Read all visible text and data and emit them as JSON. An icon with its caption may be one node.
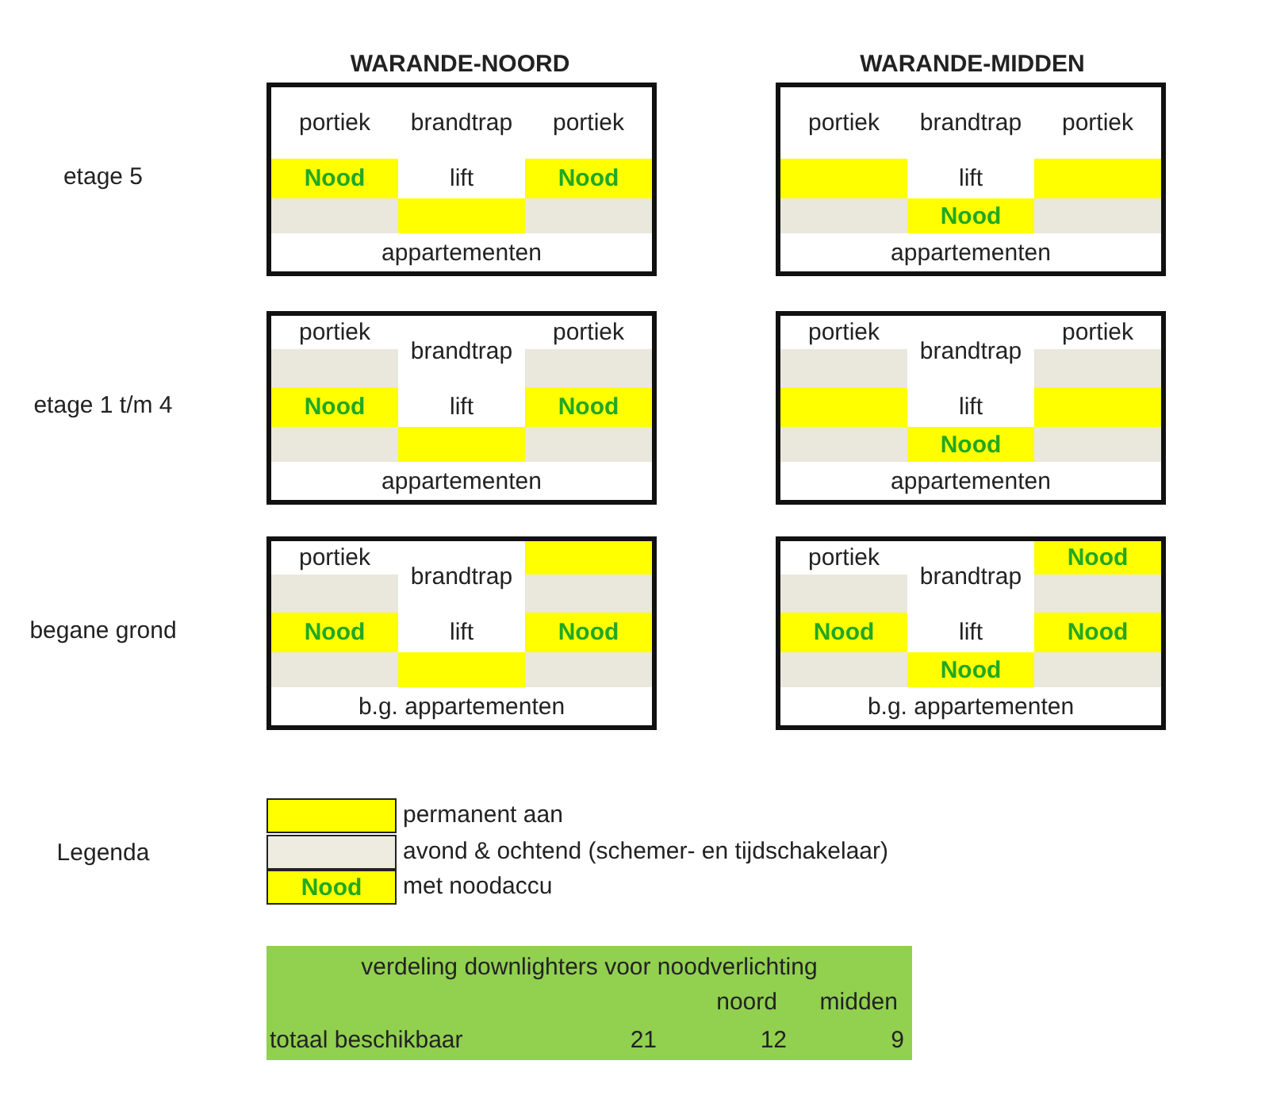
{
  "diagram": {
    "nodes": [
      {
        "text": [],
        "shape": "box"
      },
      {
        "text": [
          "portiek"
        ],
        "in": 0
      },
      {
        "text": [
          "brandtrap"
        ],
        "in": 0
      },
      {
        "text": [
          "portiek"
        ],
        "in": 0
      },
      {
        "text": [
          "Nood"
        ],
        "in": 0
      },
      {
        "text": [
          "lift"
        ],
        "in": 0
      },
      {
        "text": [
          "Nood"
        ],
        "in": 0
      },
      {
        "text": [],
        "shape": "box",
        "in": 0
      },
      {
        "text": [],
        "shape": "box",
        "in": 0
      },
      {
        "text": [],
        "shape": "box",
        "in": 0
      },
      {
        "text": [
          "appartementen"
        ],
        "in": 0
      },
      {
        "text": [],
        "shape": "box"
      },
      {
        "text": [
          "portiek"
        ],
        "in": 11
      },
      {
        "text": [
          "brandtrap"
        ],
        "in": 11
      },
      {
        "text": [
          "portiek"
        ],
        "in": 11
      },
      {
        "text": [],
        "shape": "box",
        "in": 11
      },
      {
        "text": [
          "lift"
        ],
        "in": 11
      },
      {
        "text": [],
        "shape": "box",
        "in": 11
      },
      {
        "text": [],
        "shape": "box",
        "in": 11
      },
      {
        "text": [
          "Nood"
        ],
        "in": 11
      },
      {
        "text": [],
        "shape": "box",
        "in": 11
      },
      {
        "text": [
          "appartementen"
        ],
        "in": 11
      },
      {
        "text": [],
        "shape": "box"
      },
      {
        "text": [
          "portiek"
        ],
        "in": 22
      },
      {
        "text": [
          "brandtrap"
        ],
        "in": 22
      },
      {
        "text": [
          "portiek"
        ],
        "in": 22
      },
      {
        "text": [],
        "shape": "box",
        "in": 22
      },
      {
        "text": [],
        "shape": "box",
        "in": 22
      },
      {
        "text": [
          "Nood"
        ],
        "in": 22
      },
      {
        "text": [
          "lift"
        ],
        "in": 22
      },
      {
        "text": [
          "Nood"
        ],
        "in": 22
      },
      {
        "text": [],
        "shape": "box",
        "in": 22
      },
      {
        "text": [],
        "shape": "box",
        "in": 22
      },
      {
        "text": [],
        "shape": "box",
        "in": 22
      },
      {
        "text": [
          "appartementen"
        ],
        "in": 22
      },
      {
        "text": [],
        "shape": "box"
      },
      {
        "text": [
          "portiek"
        ],
        "in": 35
      },
      {
        "text": [
          "brandtrap"
        ],
        "in": 35
      },
      {
        "text": [
          "portiek"
        ],
        "in": 35
      },
      {
        "text": [],
        "shape": "box",
        "in": 35
      },
      {
        "text": [],
        "shape": "box",
        "in": 35
      },
      {
        "text": [],
        "shape": "box",
        "in": 35
      },
      {
        "text": [
          "lift"
        ],
        "in": 35
      },
      {
        "text": [],
        "shape": "box",
        "in": 35
      },
      {
        "text": [],
        "shape": "box",
        "in": 35
      },
      {
        "text": [
          "Nood"
        ],
        "in": 35
      },
      {
        "text": [],
        "shape": "box",
        "in": 35
      },
      {
        "text": [
          "appartementen"
        ],
        "in": 35
      },
      {
        "text": [],
        "shape": "box"
      },
      {
        "text": [
          "portiek"
        ],
        "in": 48
      },
      {
        "text": [
          "brandtrap"
        ],
        "in": 48
      },
      {
        "text": [],
        "shape": "box",
        "in": 48
      },
      {
        "text": [],
        "shape": "box",
        "in": 48
      },
      {
        "text": [],
        "shape": "box",
        "in": 48
      },
      {
        "text": [
          "Nood"
        ],
        "in": 48
      },
      {
        "text": [
          "lift"
        ],
        "in": 48
      },
      {
        "text": [
          "Nood"
        ],
        "in": 48
      },
      {
        "text": [],
        "shape": "box",
        "in": 48
      },
      {
        "text": [],
        "shape": "box",
        "in": 48
      },
      {
        "text": [],
        "shape": "box",
        "in": 48
      },
      {
        "text": [
          "b.g. appartementen"
        ],
        "in": 48
      },
      {
        "text": [],
        "shape": "box"
      },
      {
        "text": [
          "portiek"
        ],
        "in": 61
      },
      {
        "text": [
          "brandtrap"
        ],
        "in": 61
      },
      {
        "text": [
          "Nood"
        ],
        "in": 61
      },
      {
        "text": [],
        "shape": "box",
        "in": 61
      },
      {
        "text": [],
        "shape": "box",
        "in": 61
      },
      {
        "text": [
          "Nood"
        ],
        "in": 61
      },
      {
        "text": [
          "lift"
        ],
        "in": 61
      },
      {
        "text": [
          "Nood"
        ],
        "in": 61
      },
      {
        "text": [],
        "shape": "box",
        "in": 61
      },
      {
        "text": [
          "Nood"
        ],
        "in": 61
      },
      {
        "text": [],
        "shape": "box",
        "in": 61
      },
      {
        "text": [
          "b.g. appartementen"
        ],
        "in": 61
      },
      {
        "text": [
          "verdeling downlighters voor noodverlichting",
          "noord",
          "midden",
          "totaal beschikbaar",
          "21",
          "12",
          "9"
        ]
      }
    ],
    "labels": [
      "WARANDE-NOORD",
      "WARANDE-MIDDEN",
      "etage 5",
      "etage 1 t/m 4",
      "begane grond",
      "Legenda",
      "Nood"
    ],
    "legend": [
      {
        "text": "permanent aan",
        "color": "#ffff00"
      },
      {
        "text": "avond & ochtend (schemer- en tijdschakelaar)",
        "color": "#eeece1"
      },
      {
        "text": "met noodaccu",
        "color": "#ffff00"
      }
    ]
  }
}
